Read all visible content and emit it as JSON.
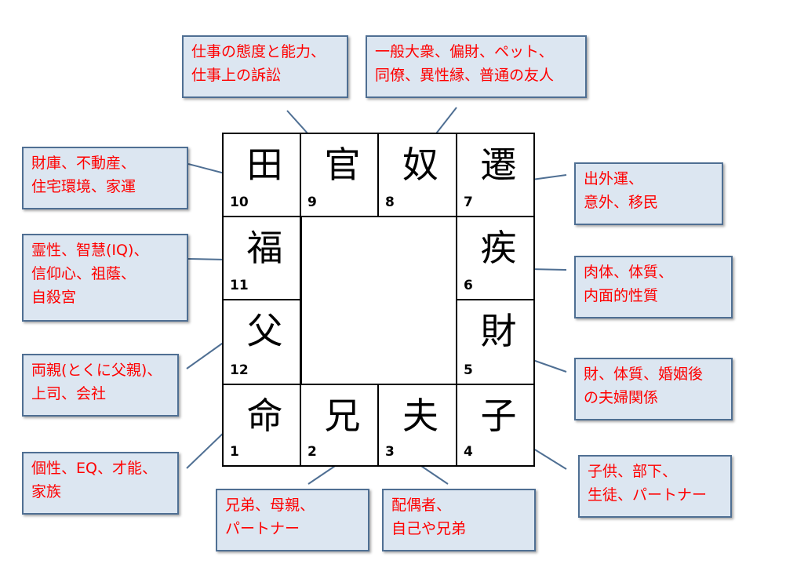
{
  "palaces": [
    {
      "id": "ming",
      "char": "命",
      "num": "1"
    },
    {
      "id": "xiong",
      "char": "兄",
      "num": "2"
    },
    {
      "id": "fu",
      "char": "夫",
      "num": "3"
    },
    {
      "id": "zi",
      "char": "子",
      "num": "4"
    },
    {
      "id": "cai",
      "char": "財",
      "num": "5"
    },
    {
      "id": "ji",
      "char": "疾",
      "num": "6"
    },
    {
      "id": "qian",
      "char": "遷",
      "num": "7"
    },
    {
      "id": "nu",
      "char": "奴",
      "num": "8"
    },
    {
      "id": "guan",
      "char": "官",
      "num": "9"
    },
    {
      "id": "tian",
      "char": "田",
      "num": "10"
    },
    {
      "id": "fuku",
      "char": "福",
      "num": "11"
    },
    {
      "id": "chichi",
      "char": "父",
      "num": "12"
    }
  ],
  "descriptions": {
    "ming": [
      "個性、EQ、才能、",
      "家族"
    ],
    "xiong": [
      "兄弟、母親、",
      "パートナー"
    ],
    "fu": [
      "配偶者、",
      "自己や兄弟"
    ],
    "zi": [
      "子供、部下、",
      "生徒、パートナー"
    ],
    "cai": [
      "財、体質、婚姻後",
      "の夫婦関係"
    ],
    "ji": [
      "肉体、体質、",
      "内面的性質"
    ],
    "qian": [
      "出外運、",
      "意外、移民"
    ],
    "nu": [
      "一般大衆、偏財、ペット、",
      "同僚、異性縁、普通の友人"
    ],
    "guan": [
      "仕事の態度と能力、",
      "仕事上の訴訟"
    ],
    "tian": [
      "財庫、不動産、",
      "住宅環境、家運"
    ],
    "fuku": [
      "霊性、智慧(IQ)、",
      "信仰心、祖蔭、",
      "自殺宮"
    ],
    "chichi": [
      "両親(とくに父親)、",
      "上司、会社"
    ]
  },
  "colors": {
    "text_accent": "#ff0000",
    "box_fill": "#dce6f1",
    "box_border": "#4f6f93",
    "connector": "#4f6f93"
  }
}
